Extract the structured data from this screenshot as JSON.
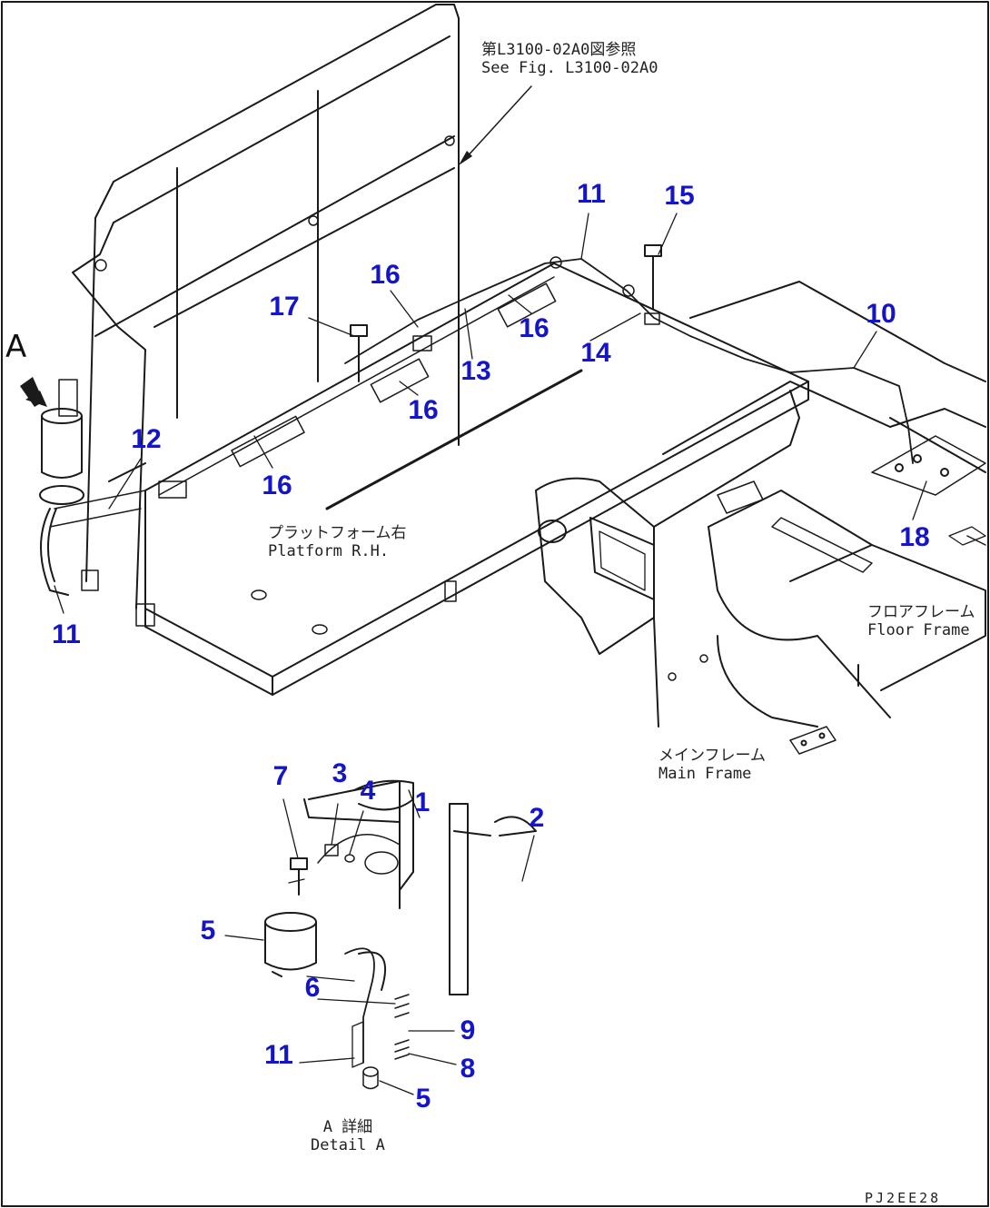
{
  "reference_note": {
    "jp": "第L3100-02A0図参照",
    "en": "See Fig. L3100-02A0"
  },
  "labels": {
    "platform_rh": {
      "jp": "プラットフォーム右",
      "en": "Platform R.H."
    },
    "floor_frame": {
      "jp": "フロアフレーム",
      "en": "Floor Frame"
    },
    "main_frame": {
      "jp": "メインフレーム",
      "en": "Main Frame"
    },
    "detail_a": {
      "jp": "A 詳細",
      "en": "Detail A"
    },
    "view_letter": "A",
    "drawing_code": "PJ2EE28"
  },
  "callouts": [
    "11",
    "15",
    "16",
    "17",
    "16",
    "10",
    "13",
    "14",
    "16",
    "12",
    "16",
    "18",
    "11",
    "7",
    "3",
    "4",
    "1",
    "2",
    "5",
    "6",
    "9",
    "11",
    "8",
    "5"
  ],
  "colors": {
    "callout": "#1414c8",
    "line": "#1a1a1a"
  }
}
